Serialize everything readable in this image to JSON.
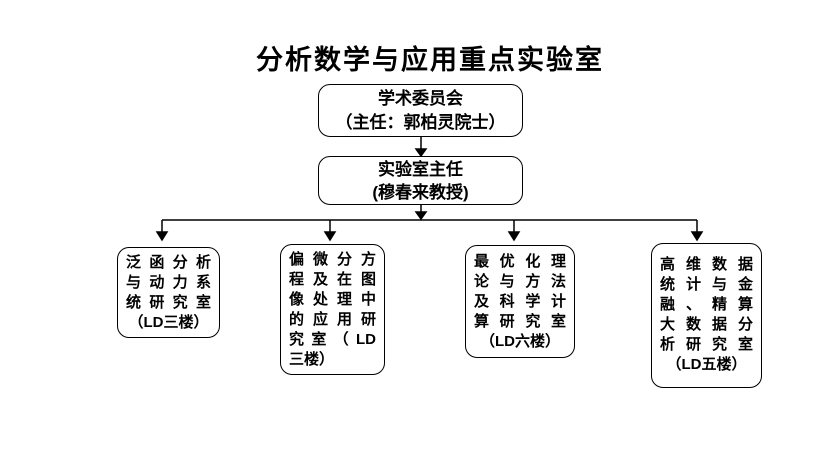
{
  "title": "分析数学与应用重点实验室",
  "chart": {
    "committee": {
      "title": "学术委员会",
      "subtitle": "（主任：郭柏灵院士）"
    },
    "director": {
      "title": "实验室主任",
      "subtitle": "(穆春来教授)"
    },
    "labs": [
      {
        "full_name": "泛函分析与动力系统研究室（LD三楼）",
        "lines": [
          "泛函分析",
          "与动力系",
          "统研究室",
          "（LD三楼）"
        ]
      },
      {
        "full_name": "偏微分方程及在图像处理中的应用研究室（LD三楼）",
        "lines": [
          "偏微分方",
          "程及在图",
          "像处理中",
          "的应用研",
          "究室（LD",
          "三楼）"
        ]
      },
      {
        "full_name": "最优化理论与方法及科学计算研究室（LD六楼）",
        "lines": [
          "最优化理",
          "论与方法",
          "及科学计",
          "算研究室",
          "（LD六楼）"
        ]
      },
      {
        "full_name": "高维数据统计与金融、精算大数据分析研究室（LD五楼）",
        "lines": [
          "高维数据",
          "统计与金",
          "融、精算",
          "大数据分",
          "析研究室",
          "（LD五楼）"
        ]
      }
    ],
    "colors": {
      "text": "#000000",
      "line": "#000000",
      "box_border": "#000000",
      "background": "#ffffff"
    }
  }
}
